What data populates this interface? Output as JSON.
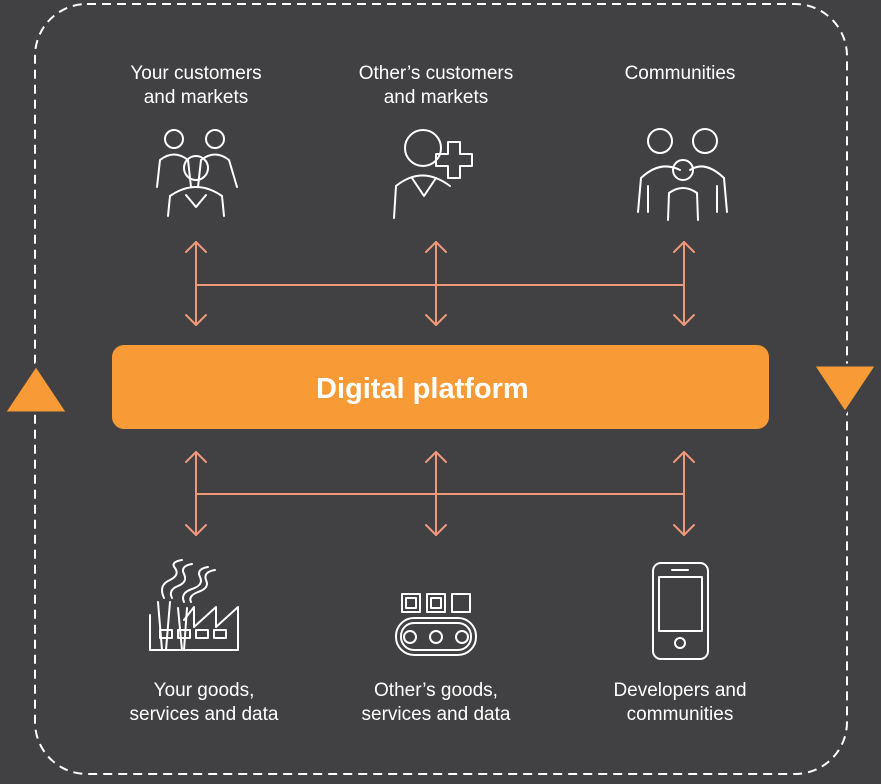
{
  "platform": {
    "title": "Digital platform",
    "icon": "laptop-icon",
    "color": "#f89a35"
  },
  "top_row": [
    {
      "label": "Your customers\nand markets",
      "icon": "group-of-people-icon"
    },
    {
      "label": "Other’s customers\nand markets",
      "icon": "person-plus-icon"
    },
    {
      "label": "Communities",
      "icon": "family-icon"
    }
  ],
  "bottom_row": [
    {
      "label": "Your goods,\nservices and data",
      "icon": "factory-icon"
    },
    {
      "label": "Other’s goods,\nservices and data",
      "icon": "conveyor-belt-icon"
    },
    {
      "label": "Developers and\ncommunities",
      "icon": "smartphone-icon"
    }
  ],
  "colors": {
    "background": "#414042",
    "arrow": "#f0987a",
    "cycle_marker": "#f89a35",
    "dashed_border": "#ffffff"
  }
}
